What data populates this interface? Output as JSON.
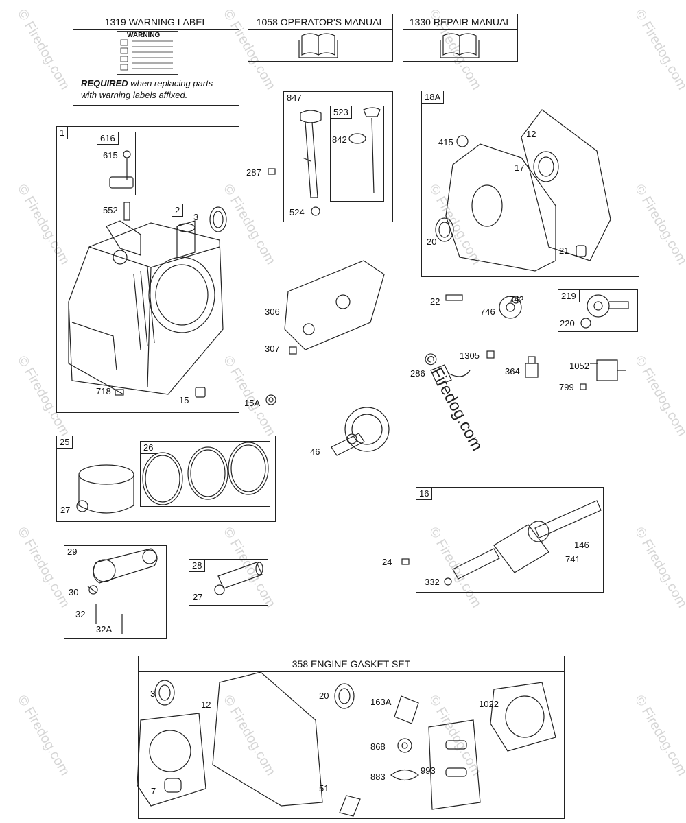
{
  "watermark": "© Firedog.com",
  "watermark_center": "© Firedog.com",
  "header_boxes": {
    "warning_label": {
      "title": "1319 WARNING LABEL",
      "sticker_title": "WARNING",
      "required_bold": "REQUIRED",
      "required_rest": " when replacing parts",
      "required_line2": "with warning labels affixed."
    },
    "operators_manual": {
      "title": "1058 OPERATOR'S MANUAL"
    },
    "repair_manual": {
      "title": "1330 REPAIR MANUAL"
    }
  },
  "groups": {
    "g1": "1",
    "g616": "616",
    "g2": "2",
    "g847": "847",
    "g523": "523",
    "g18a": "18A",
    "g219": "219",
    "g25": "25",
    "g26": "26",
    "g29": "29",
    "g28": "28",
    "g16": "16",
    "gasket_set": "358 ENGINE GASKET SET"
  },
  "parts": {
    "p615": "615",
    "p552": "552",
    "p3": "3",
    "p718": "718",
    "p15": "15",
    "p15a": "15A",
    "p287": "287",
    "p842": "842",
    "p524": "524",
    "p306": "306",
    "p307": "307",
    "p415": "415",
    "p12": "12",
    "p17": "17",
    "p20": "20",
    "p21": "21",
    "p22": "22",
    "p742": "742",
    "p746": "746",
    "p220": "220",
    "p1305": "1305",
    "p286": "286",
    "p364": "364",
    "p1052": "1052",
    "p799": "799",
    "p46": "46",
    "p27a": "27",
    "p30": "30",
    "p32": "32",
    "p32a": "32A",
    "p27b": "27",
    "p24": "24",
    "p146": "146",
    "p741": "741",
    "p332": "332",
    "g_p3": "3",
    "g_p12": "12",
    "g_p7": "7",
    "g_p20": "20",
    "g_p163a": "163A",
    "g_p868": "868",
    "g_p883": "883",
    "g_p51": "51",
    "g_p993": "993",
    "g_p1022": "1022"
  }
}
